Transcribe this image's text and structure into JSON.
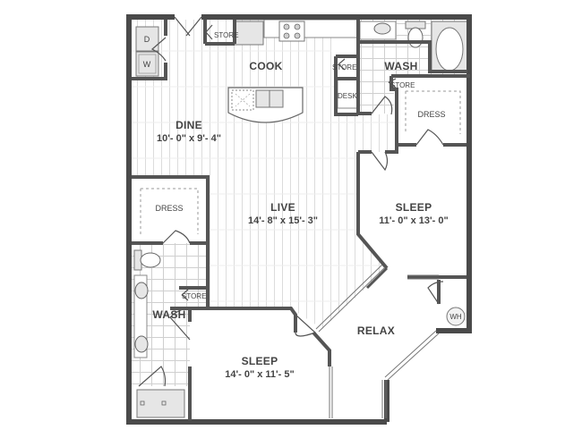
{
  "floorplan": {
    "colors": {
      "wall": "#555555",
      "wall_outer": "#4a4a4a",
      "floor_wood": "#d9d9d9",
      "tile": "#cccccc",
      "fixture_fill": "#e6e6e6",
      "label": "#444444"
    },
    "rooms": {
      "cook": {
        "name": "COOK"
      },
      "dine": {
        "name": "DINE",
        "dimensions": "10'- 0\" x 9'- 4\""
      },
      "live": {
        "name": "LIVE",
        "dimensions": "14'- 8\" x 15'- 3\""
      },
      "sleep_1": {
        "name": "SLEEP",
        "dimensions": "11'- 0\" x 13'- 0\""
      },
      "sleep_2": {
        "name": "SLEEP",
        "dimensions": "14'- 0\" x 11'- 5\""
      },
      "relax": {
        "name": "RELAX"
      },
      "wash_1": {
        "name": "WASH"
      },
      "wash_2": {
        "name": "WASH"
      },
      "dress_1": {
        "name": "DRESS"
      },
      "dress_2": {
        "name": "DRESS"
      }
    },
    "small_labels": {
      "store_kitchen": "STORE",
      "store_cook_right": "STORE",
      "store_wash_1": "STORE",
      "store_wash_2": "STORE",
      "desk": "DESK"
    },
    "fixtures": {
      "dryer": "D",
      "washer": "W",
      "water_heater": "WH"
    }
  }
}
